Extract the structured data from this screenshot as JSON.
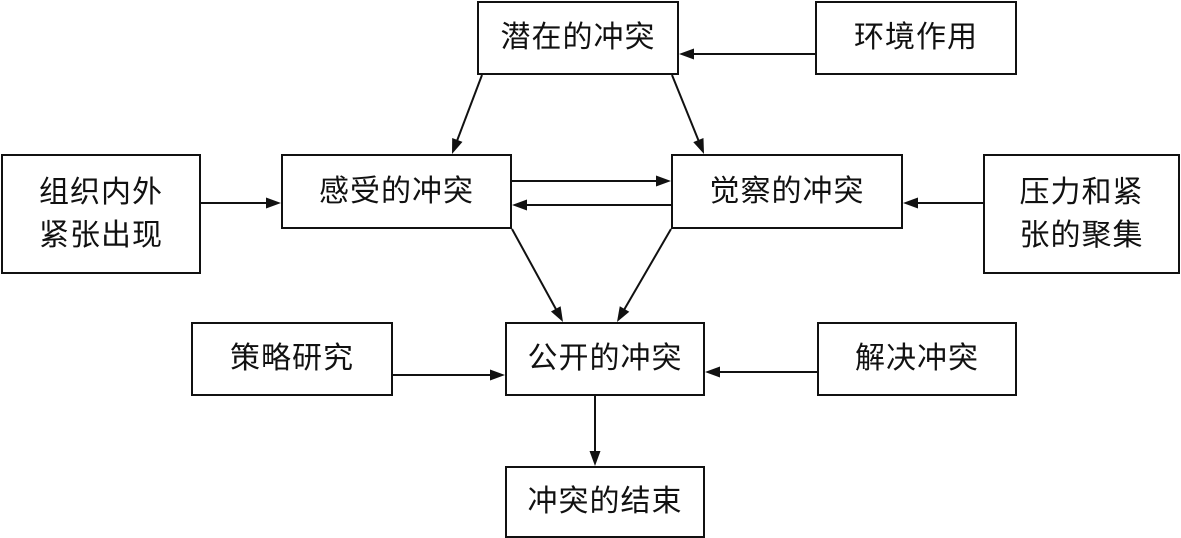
{
  "nodes": {
    "latent": [
      "潜在的冲突"
    ],
    "environment": [
      "环境作用"
    ],
    "perceived": [
      "感受的冲突"
    ],
    "felt": [
      "觉察的冲突"
    ],
    "org_tension": [
      "组织内外",
      "紧张出现"
    ],
    "stress": [
      "压力和紧",
      "张的聚集"
    ],
    "strategy": [
      "策略研究"
    ],
    "manifest": [
      "公开的冲突"
    ],
    "resolution": [
      "解决冲突"
    ],
    "aftermath": [
      "冲突的结束"
    ]
  },
  "edges": [
    {
      "from": "environment",
      "to": "latent"
    },
    {
      "from": "latent",
      "to": "perceived"
    },
    {
      "from": "latent",
      "to": "felt"
    },
    {
      "from": "org_tension",
      "to": "perceived"
    },
    {
      "from": "perceived",
      "to": "felt"
    },
    {
      "from": "felt",
      "to": "perceived"
    },
    {
      "from": "stress",
      "to": "felt"
    },
    {
      "from": "perceived",
      "to": "manifest"
    },
    {
      "from": "felt",
      "to": "manifest"
    },
    {
      "from": "strategy",
      "to": "manifest"
    },
    {
      "from": "resolution",
      "to": "manifest"
    },
    {
      "from": "manifest",
      "to": "aftermath"
    }
  ],
  "colors": {
    "stroke": "#111111",
    "text": "#111111",
    "background": "#ffffff"
  }
}
